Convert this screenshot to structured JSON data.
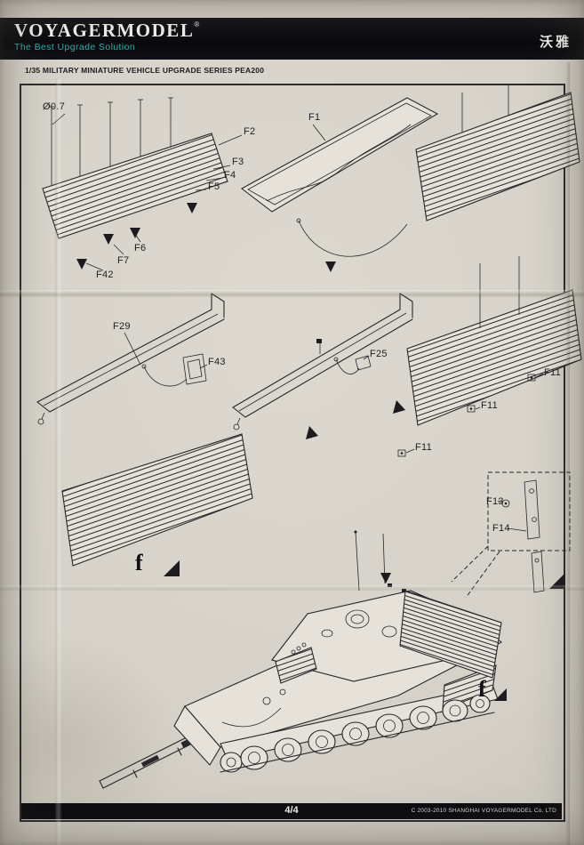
{
  "header": {
    "brand": "VOYAGERMODEL",
    "registered": "®",
    "tagline": "The Best Upgrade Solution",
    "brand_cn": "沃雅",
    "series_line": "1/35 MILITARY MINIATURE VEHICLE  UPGRADE SERIES PEA200"
  },
  "labels": {
    "diameter": "Ø0.7",
    "f1": "F1",
    "f2": "F2",
    "f3": "F3",
    "f4": "F4",
    "f5": "F5",
    "f6": "F6",
    "f7": "F7",
    "f42": "F42",
    "f29": "F29",
    "f43": "F43",
    "f25": "F25",
    "f11": "F11",
    "f13": "F13",
    "f14": "F14",
    "fold_mark": "f"
  },
  "footer": {
    "page": "4/4",
    "copyright": "C 2003-2010 SHANGHAI VOYAGERMODEL  Co. LTD"
  },
  "colors": {
    "tagline_teal": "#2fb0a8",
    "header_bar": "#0d0d11",
    "ink": "#26262b",
    "paper": "#d6d2c9"
  }
}
